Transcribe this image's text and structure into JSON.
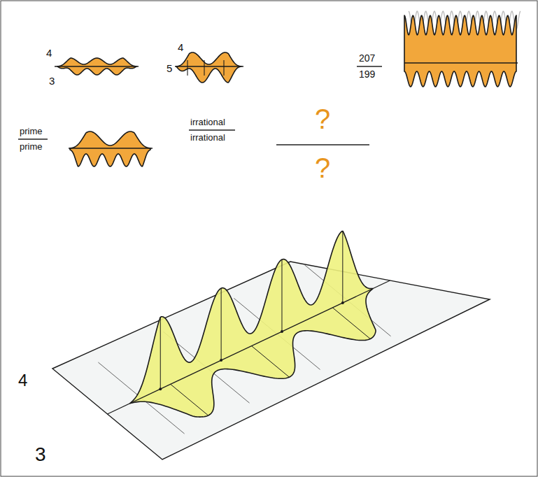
{
  "diagram": {
    "labels": [
      "4",
      "3",
      "4",
      "5",
      "207",
      "199",
      "prime",
      "prime",
      "irrational",
      "irrational",
      "?",
      "?",
      "4",
      "3"
    ]
  }
}
